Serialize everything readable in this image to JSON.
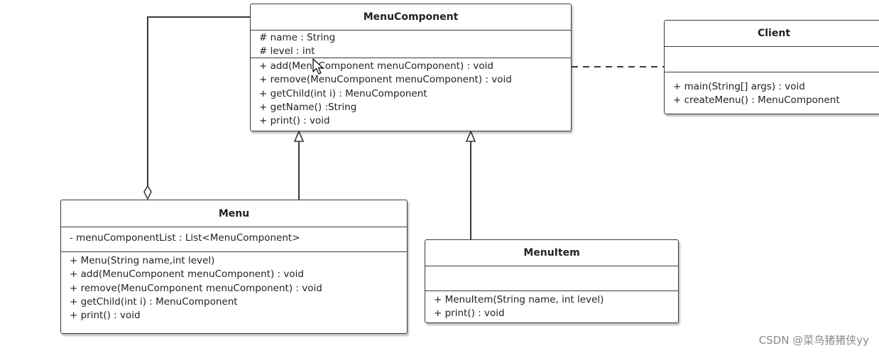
{
  "classes": {
    "menu_component": {
      "name": "MenuComponent",
      "attributes": [
        "# name : String",
        "# level : int"
      ],
      "operations": [
        "+ add(MenuComponent menuComponent) : void",
        "+ remove(MenuComponent menuComponent) : void",
        "+ getChild(int i) : MenuComponent",
        "+ getName() :String",
        "+ print() : void"
      ]
    },
    "client": {
      "name": "Client",
      "attributes": [],
      "operations": [
        "+ main(String[] args) : void",
        "+ createMenu() : MenuComponent"
      ]
    },
    "menu": {
      "name": "Menu",
      "attributes": [
        "- menuComponentList : List<MenuComponent>"
      ],
      "operations": [
        "+ Menu(String name,int level)",
        "+ add(MenuComponent menuComponent) : void",
        "+ remove(MenuComponent menuComponent) : void",
        "+ getChild(int i) : MenuComponent",
        "+ print() : void"
      ]
    },
    "menu_item": {
      "name": "MenuItem",
      "attributes": [],
      "operations": [
        "+ MenuItem(String name, int level)",
        "+ print() : void"
      ]
    }
  },
  "watermark": "CSDN @菜鸟猪猪侠yy",
  "colors": {
    "line": "#3a3a3a",
    "box_border": "#3a3a3a",
    "watermark": "#8a8a8a"
  }
}
